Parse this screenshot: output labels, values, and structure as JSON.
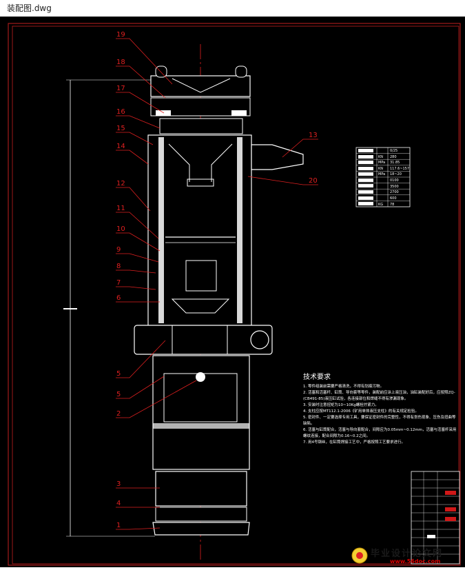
{
  "window": {
    "title": "装配图.dwg"
  },
  "part_numbers_left": [
    "19",
    "18",
    "17",
    "16",
    "15",
    "14",
    "12",
    "11",
    "10",
    "9",
    "8",
    "7",
    "6",
    "5",
    "5",
    "2",
    "3",
    "4",
    "1"
  ],
  "part_numbers_right": [
    "13",
    "20"
  ],
  "spec_table": {
    "values": [
      "0/25",
      "280",
      "31.85",
      "117.6~157",
      "18~20",
      "0100",
      "3500",
      "2700",
      "600",
      "78"
    ],
    "units": [
      "KN",
      "MPa",
      "KN",
      "MPa",
      "",
      "",
      "",
      "",
      "KG"
    ]
  },
  "tech_requirements": {
    "title": "技术要求",
    "lines": [
      "1. 零件组装前需要严格清洗，不得有划痕污物。",
      "2. 活塞和活塞杆、缸筒、导向套等零件，装配前应涂上液压油，油缸装配好后，应按照ZQ-(CB491-85)液压缸试验，各连接部位和焊缝不得有渗漏现象。",
      "3. 安装时注意扭矩为10~10Kg螺栓拧紧力。",
      "4. 支柱应按MT112.1-2006《矿用单体液压支柱》的有关规定检验。",
      "5. 密封件、一定要选择专用工具，要保证密封件的完整性，不得有划伤现象、压伤及扭曲等缺陷。",
      "6. 活塞与缸筒配合，活塞与导向套配合，间隙应为0.05mm~0.12mm，活塞与活塞杆采用螺纹连接，配合间隙为0.16~0.2之间。",
      "7. 用4号钢丝，在缸筒焊接工艺中，严格按照工艺要求进行。"
    ]
  },
  "watermark": {
    "main": "毕业设计论文网",
    "url": "www.56doc.com"
  },
  "colors": {
    "background": "#000000",
    "line": "#ffffff",
    "leader": "#ff2020",
    "frame": "#cc1a1a"
  }
}
